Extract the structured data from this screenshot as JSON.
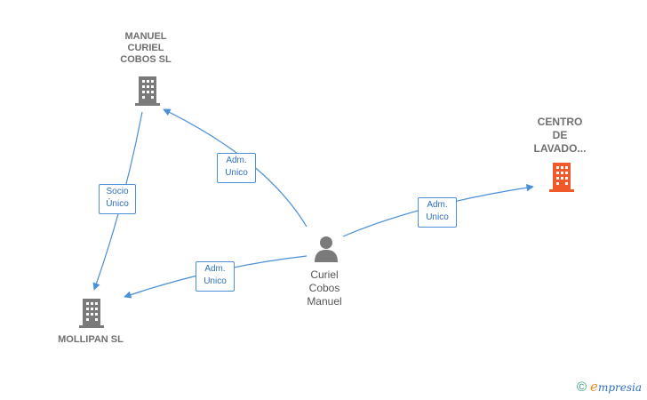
{
  "nodes": {
    "manuel_curiel": {
      "label": "MANUEL\nCURIEL\nCOBOS  SL"
    },
    "centro_lavado": {
      "label": "CENTRO\nDE\nLAVADO..."
    },
    "mollipan": {
      "label": "MOLLIPAN  SL"
    },
    "person": {
      "label": "Curiel\nCobos\nManuel"
    }
  },
  "edges": {
    "adm_top": {
      "line1": "Adm.",
      "line2": "Unico"
    },
    "adm_right": {
      "line1": "Adm.",
      "line2": "Unico"
    },
    "adm_left": {
      "line1": "Adm.",
      "line2": "Unico"
    },
    "socio": {
      "line1": "Socio",
      "line2": "Único"
    }
  },
  "footer": {
    "copyright": "©",
    "brand_e": "e",
    "brand_rest": "mpresia"
  },
  "colors": {
    "edge": "#4a8fd9",
    "building": "#7a7a7a",
    "highlight": "#f05a2a",
    "person": "#7a7a7a"
  }
}
